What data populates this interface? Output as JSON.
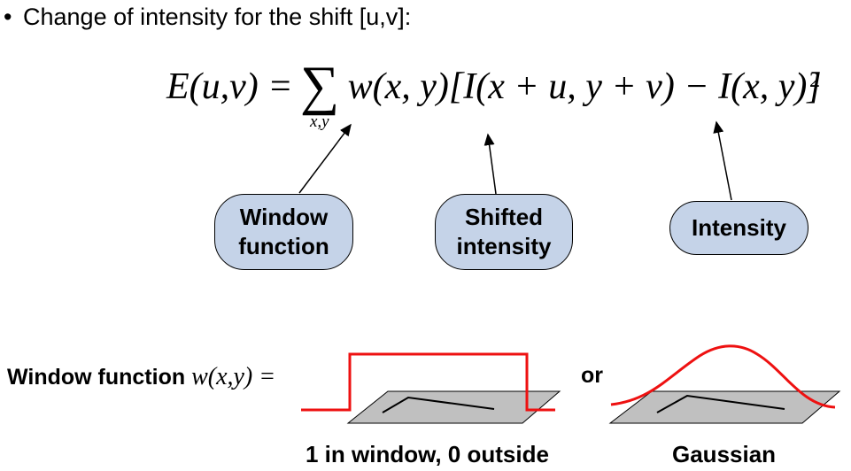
{
  "bullet": {
    "symbol": "•",
    "text": "Change of intensity for the shift [u,v]:"
  },
  "equation": {
    "lhs": "E(u,v) =",
    "sigma": "∑",
    "sum_subscript": "x,y",
    "rhs": "w(x, y)[I(x + u, y + v) − I(x, y)]",
    "exponent": "2"
  },
  "bubbles": [
    {
      "label_line1": "Window",
      "label_line2": "function"
    },
    {
      "label_line1": "Shifted",
      "label_line2": "intensity"
    },
    {
      "label_line1": "Intensity"
    }
  ],
  "window_function": {
    "label_text": "Window function ",
    "label_math": "w(x,y) =",
    "or_text": "or",
    "box_caption": "1 in window, 0 outside",
    "gaussian_caption": "Gaussian"
  },
  "colors": {
    "bubble_fill": "#c5d3e8",
    "curve": "#ee1111",
    "plane_fill": "#c0c0c0"
  }
}
